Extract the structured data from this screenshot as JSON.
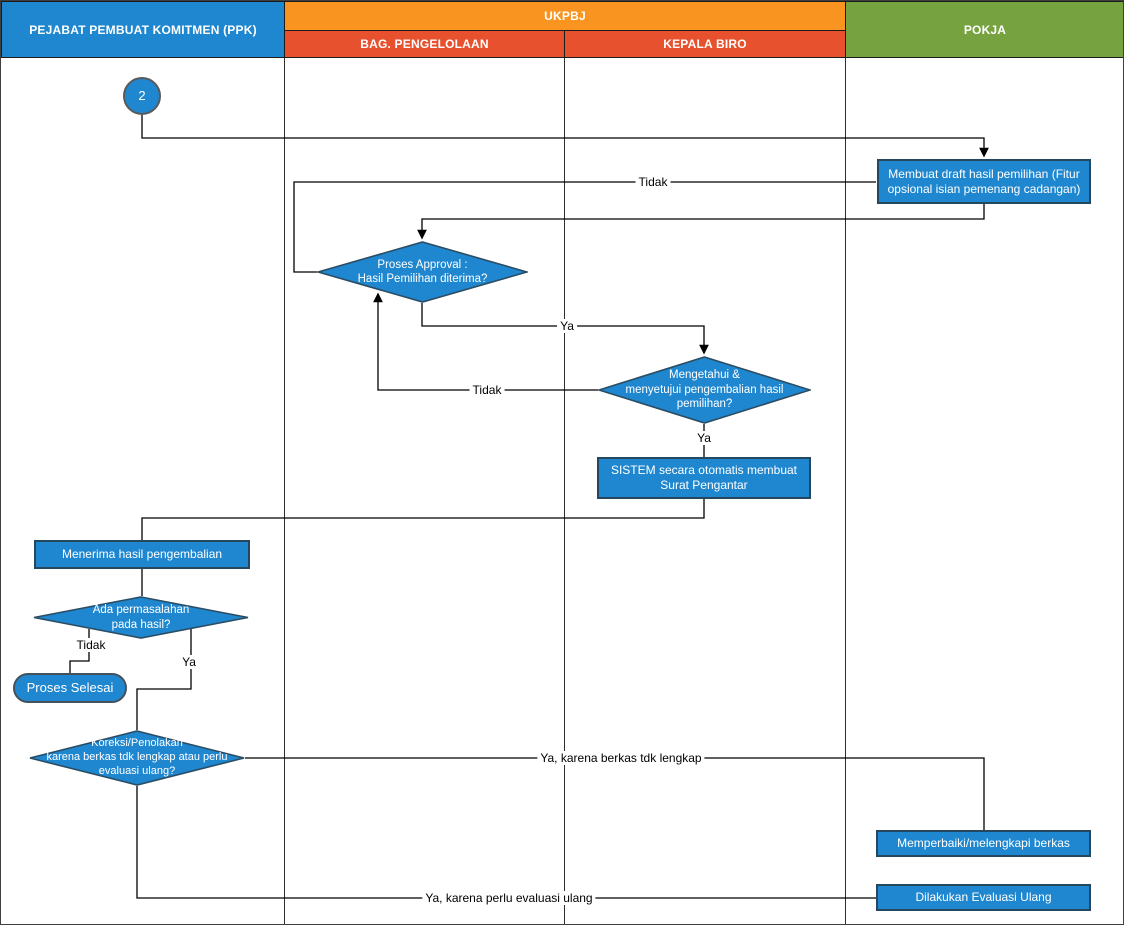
{
  "diagram_title": "Swimlane flowchart - proses hasil pemilihan",
  "lanes": {
    "ppk": {
      "label": "PEJABAT PEMBUAT KOMITMEN (PPK)",
      "color": "#1E87D0"
    },
    "ukpbj": {
      "label": "UKPBJ",
      "color": "#F8941F"
    },
    "bag": {
      "label": "BAG. PENGELOLAAN",
      "color": "#E8512D"
    },
    "kepala": {
      "label": "KEPALA BIRO",
      "color": "#E8512D"
    },
    "pokja": {
      "label": "POKJA",
      "color": "#76A23F"
    }
  },
  "nodes": {
    "start_connector": {
      "label": "2",
      "type": "circle"
    },
    "membuat_draft": {
      "label": "Membuat draft hasil pemilihan (Fitur\nopsional isian pemenang cadangan)",
      "type": "process"
    },
    "proses_approval": {
      "label": "Proses Approval :\nHasil Pemilihan diterima?",
      "type": "decision"
    },
    "mengetahui": {
      "label": "Mengetahui &\nmenyetujui pengembalian hasil\npemilihan?",
      "type": "decision"
    },
    "sistem_surat": {
      "label": "SISTEM secara otomatis membuat\nSurat Pengantar",
      "type": "process"
    },
    "menerima_hasil": {
      "label": "Menerima hasil pengembalian",
      "type": "process"
    },
    "ada_permasalahan": {
      "label": "Ada permasalahan\npada hasil?",
      "type": "decision"
    },
    "proses_selesai": {
      "label": "Proses Selesai",
      "type": "terminator"
    },
    "koreksi": {
      "label": "Koreksi/Penolakan\nkarena berkas tdk lengkap atau perlu\nevaluasi ulang?",
      "type": "decision"
    },
    "memperbaiki": {
      "label": "Memperbaiki/melengkapi berkas",
      "type": "process"
    },
    "evaluasi_ulang": {
      "label": "Dilakukan Evaluasi Ulang",
      "type": "process"
    }
  },
  "edge_labels": {
    "tidak_approval": "Tidak",
    "ya_approval": "Ya",
    "tidak_kepala": "Tidak",
    "ya_kepala": "Ya",
    "tidak_masalah": "Tidak",
    "ya_masalah": "Ya",
    "ya_berkas": "Ya, karena berkas tdk lengkap",
    "ya_evaluasi": "Ya, karena perlu evaluasi ulang"
  },
  "colors": {
    "shape_fill": "#1F87D0",
    "shape_border": "#2b4d63",
    "lane_ppk": "#1E87D0",
    "lane_ukpbj": "#F8941F",
    "lane_sub": "#E8512D",
    "lane_pokja": "#76A23F",
    "connector": "#000000",
    "header_text": "#ffffff"
  }
}
